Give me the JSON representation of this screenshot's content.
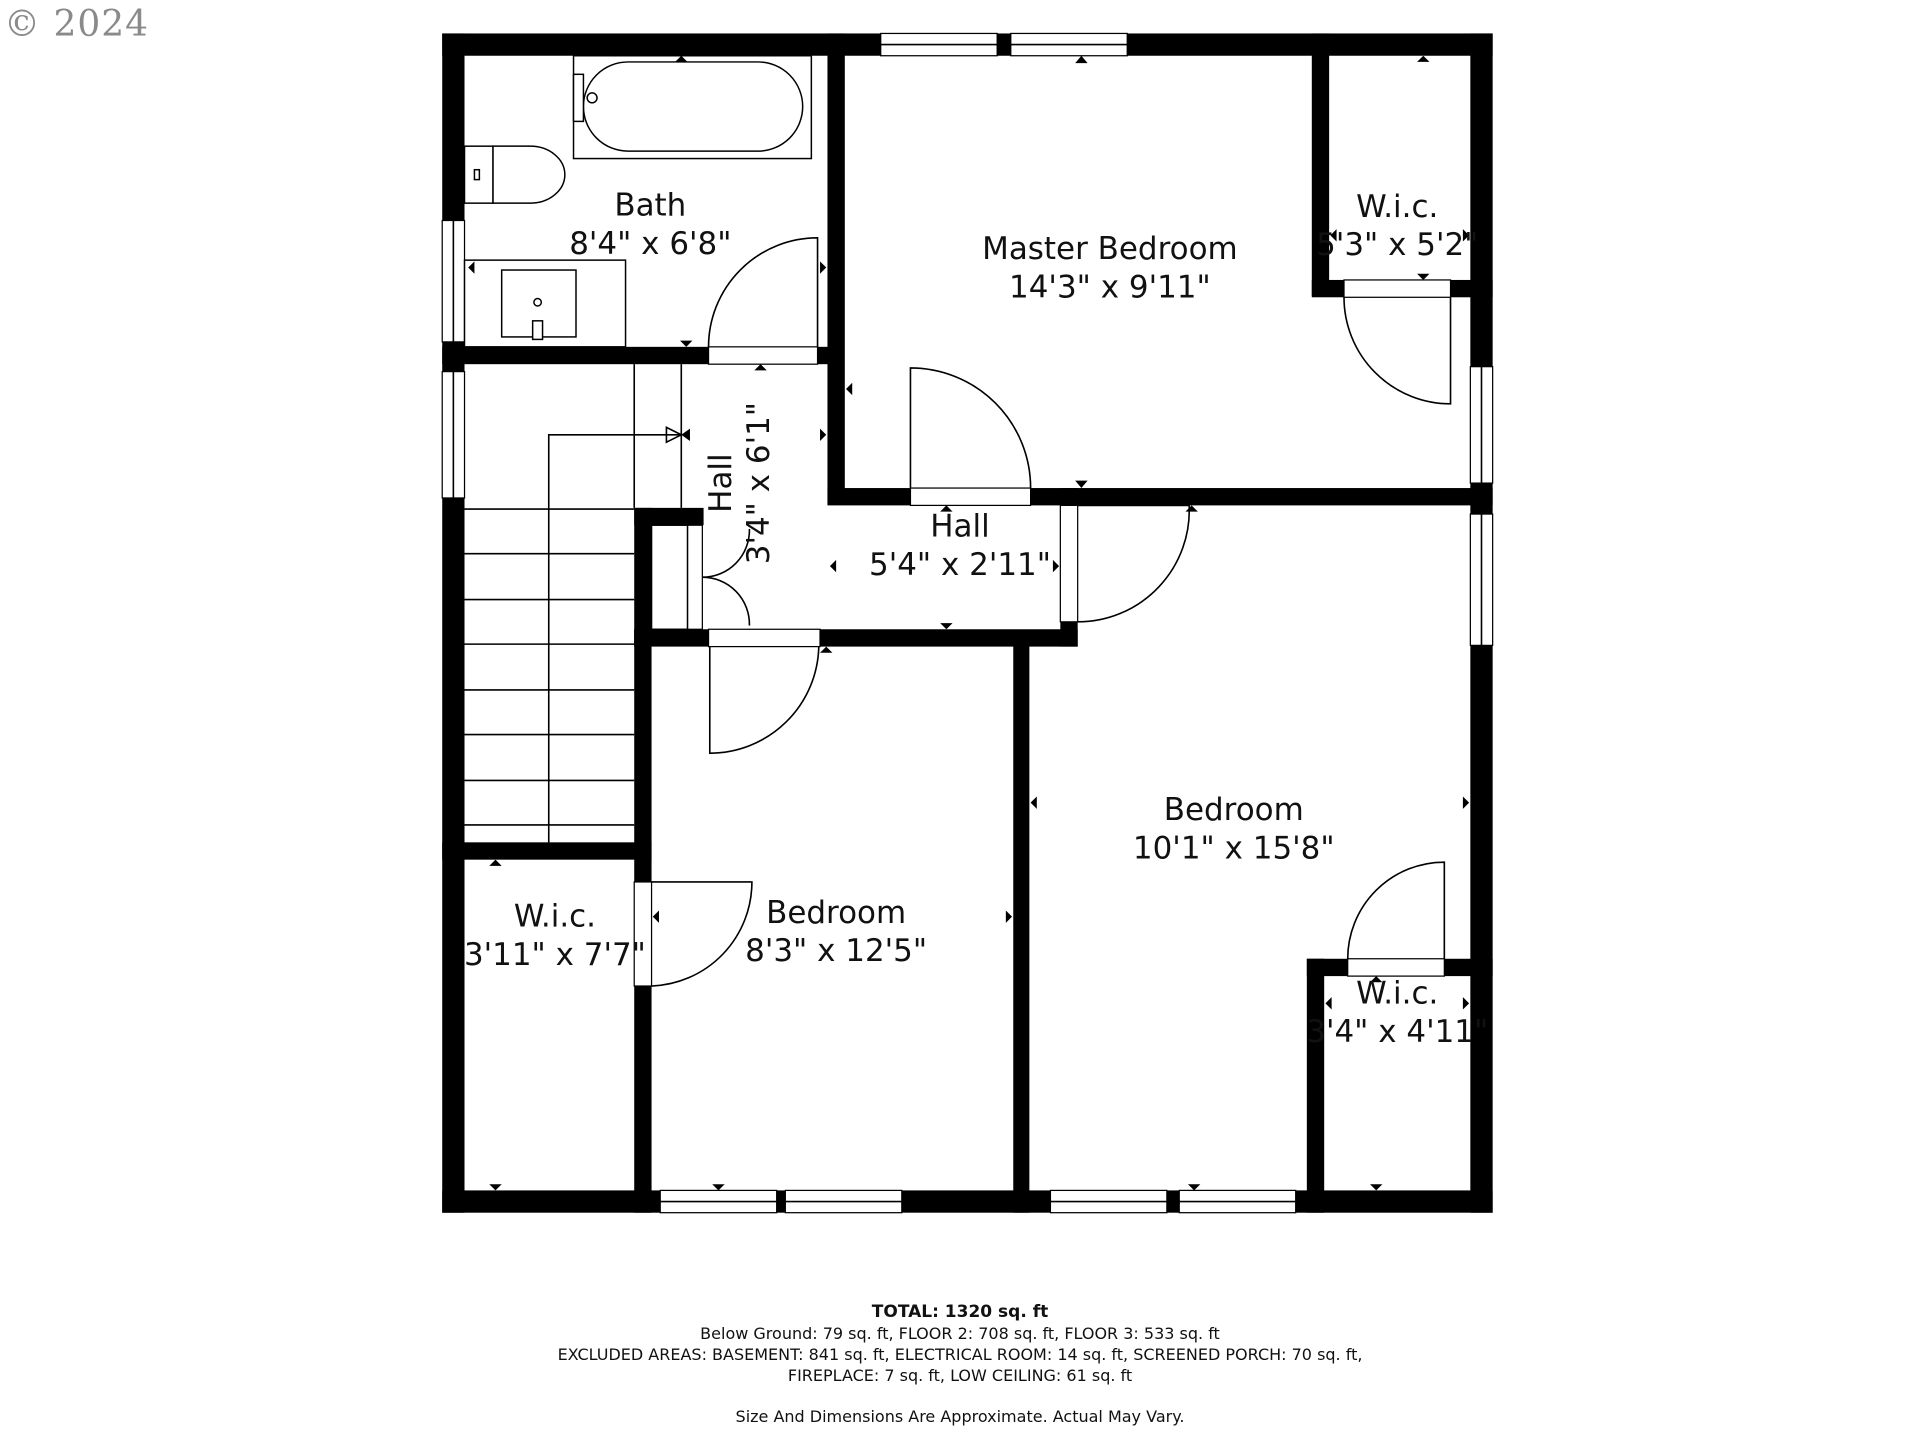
{
  "copyright": "© 2024",
  "rooms": {
    "bath": {
      "name": "Bath",
      "dims": "8'4\" x 6'8\""
    },
    "master_bedroom": {
      "name": "Master Bedroom",
      "dims": "14'3\" x 9'11\""
    },
    "master_wic": {
      "name": "W.i.c.",
      "dims": "5'3\" x 5'2\""
    },
    "hall_vertical": {
      "name": "Hall",
      "dims": "3'4\" x 6'1\""
    },
    "hall_horizontal": {
      "name": "Hall",
      "dims": "5'4\" x 2'11\""
    },
    "bedroom_right": {
      "name": "Bedroom",
      "dims": "10'1\" x 15'8\""
    },
    "bedroom_left": {
      "name": "Bedroom",
      "dims": "8'3\" x 12'5\""
    },
    "wic_left": {
      "name": "W.i.c.",
      "dims": "3'11\" x 7'7\""
    },
    "wic_right": {
      "name": "W.i.c.",
      "dims": "3'4\" x 4'11\""
    }
  },
  "summary": {
    "total": "TOTAL: 1320 sq. ft",
    "floors": "Below Ground: 79 sq. ft, FLOOR 2: 708 sq. ft, FLOOR 3: 533 sq. ft",
    "excluded_line1": "EXCLUDED AREAS: BASEMENT: 841 sq. ft, ELECTRICAL ROOM: 14 sq. ft, SCREENED PORCH: 70 sq. ft,",
    "excluded_line2": "FIREPLACE: 7 sq. ft, LOW CEILING: 61 sq. ft",
    "disclaimer": "Size And Dimensions Are Approximate. Actual May Vary."
  }
}
